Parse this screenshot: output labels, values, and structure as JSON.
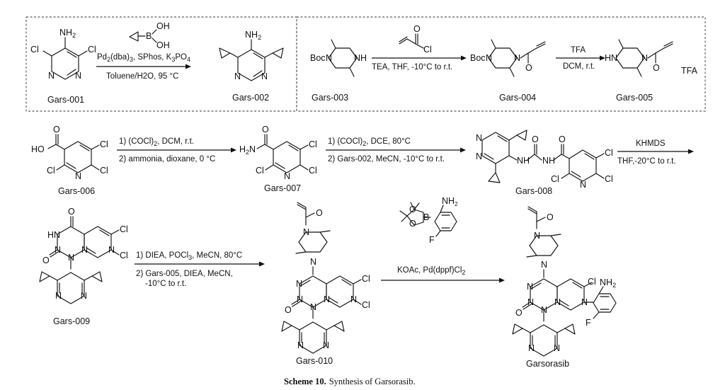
{
  "caption": {
    "label": "Scheme 10.",
    "text": "Synthesis of Garsorasib."
  },
  "compounds": {
    "gars001": "Gars-001",
    "gars002": "Gars-002",
    "gars003": "Gars-003",
    "gars004": "Gars-004",
    "gars005": "Gars-005",
    "gars006": "Gars-006",
    "gars007": "Gars-007",
    "gars008": "Gars-008",
    "gars009": "Gars-009",
    "gars010": "Gars-010",
    "final": "Garsorasib"
  },
  "conditions": {
    "step1_line1": "Pd2(dba)3, SPhos, K3PO4",
    "step1_line2": "Toluene/H2O, 95 °C",
    "step2_line1": "TEA, THF, -10°C to r.t.",
    "step3_above": "TFA",
    "step3_below": "DCM, r.t.",
    "step4_line1": "1) (COCl)2, DCM, r.t.",
    "step4_line2": "2) ammonia, dioxane, 0 °C",
    "step5_line1": "1) (COCl)2, DCE, 80°C",
    "step5_line2": "2) Gars-002, MeCN, -10°C to r.t.",
    "step6_above": "KHMDS",
    "step6_below": "THF,-20°C  to  r.t.",
    "step7_line1": "1) DIEA, POCl3, MeCN, 80°C",
    "step7_line2": "2) Gars-005, DIEA, MeCN,",
    "step7_line3": "-10°C to r.t.",
    "step8_line1": "KOAc, Pd(dppf)Cl2"
  },
  "atoms": {
    "n": "N",
    "nh": "NH",
    "hn": "HN",
    "nh2": "NH2",
    "h2n": "H2N",
    "o": "O",
    "cl": "Cl",
    "f": "F",
    "b": "B",
    "oh": "OH",
    "ho": "HO",
    "boc": "Boc",
    "tfa": "TFA"
  }
}
